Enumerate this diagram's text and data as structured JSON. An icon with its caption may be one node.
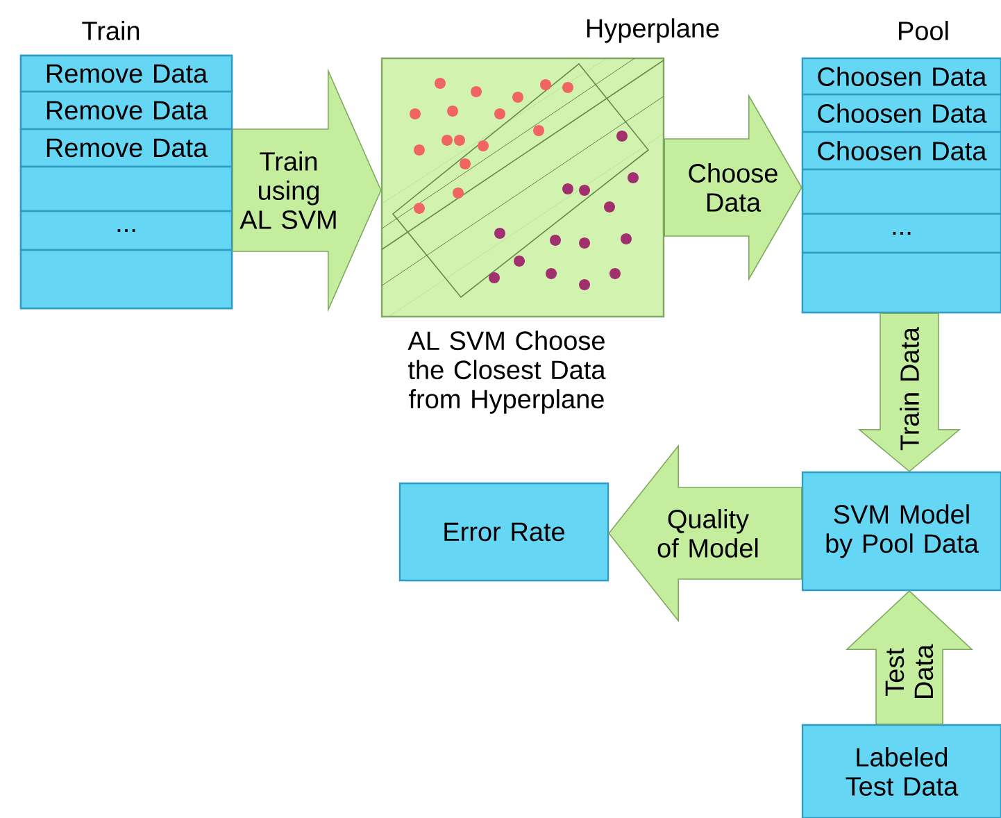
{
  "diagram": {
    "nodes": [
      {
        "text": [
          "Train"
        ]
      },
      {
        "text": [
          "Remove Data"
        ],
        "in": 0
      },
      {
        "text": [
          "Remove Data"
        ],
        "in": 0
      },
      {
        "text": [
          "Remove Data"
        ],
        "in": 0
      },
      {
        "text": [],
        "shape": "box",
        "in": 0
      },
      {
        "text": [
          "..."
        ],
        "in": 0
      },
      {
        "text": [],
        "shape": "box",
        "in": 0
      },
      {
        "text": [
          "Hyperplane"
        ],
        "beside": [
          "AL SVM Choose the Closest Data from Hyperplane"
        ]
      },
      {
        "text": [
          "Pool"
        ]
      },
      {
        "text": [
          "Choosen Data"
        ],
        "in": 8
      },
      {
        "text": [
          "Choosen Data"
        ],
        "in": 8
      },
      {
        "text": [
          "Choosen Data"
        ],
        "in": 8
      },
      {
        "text": [],
        "shape": "box",
        "in": 8
      },
      {
        "text": [
          "..."
        ],
        "in": 8
      },
      {
        "text": [],
        "shape": "box",
        "in": 8
      },
      {
        "text": [
          "SVM Model by Pool Data"
        ]
      },
      {
        "text": [
          "Error Rate"
        ]
      },
      {
        "text": [
          "Labeled Test Data"
        ]
      }
    ],
    "edges": [
      {
        "from": 0,
        "to": 7,
        "arrow": "to",
        "label": "Train using AL SVM"
      },
      {
        "from": 7,
        "to": 8,
        "arrow": "to",
        "label": "Choose Data"
      },
      {
        "from": 8,
        "to": 15,
        "arrow": "to",
        "label": "Train Data"
      },
      {
        "from": 15,
        "to": 16,
        "arrow": "to",
        "label": "Quality of Model"
      },
      {
        "from": 17,
        "to": 15,
        "arrow": "to",
        "label": "Test Data"
      }
    ]
  }
}
